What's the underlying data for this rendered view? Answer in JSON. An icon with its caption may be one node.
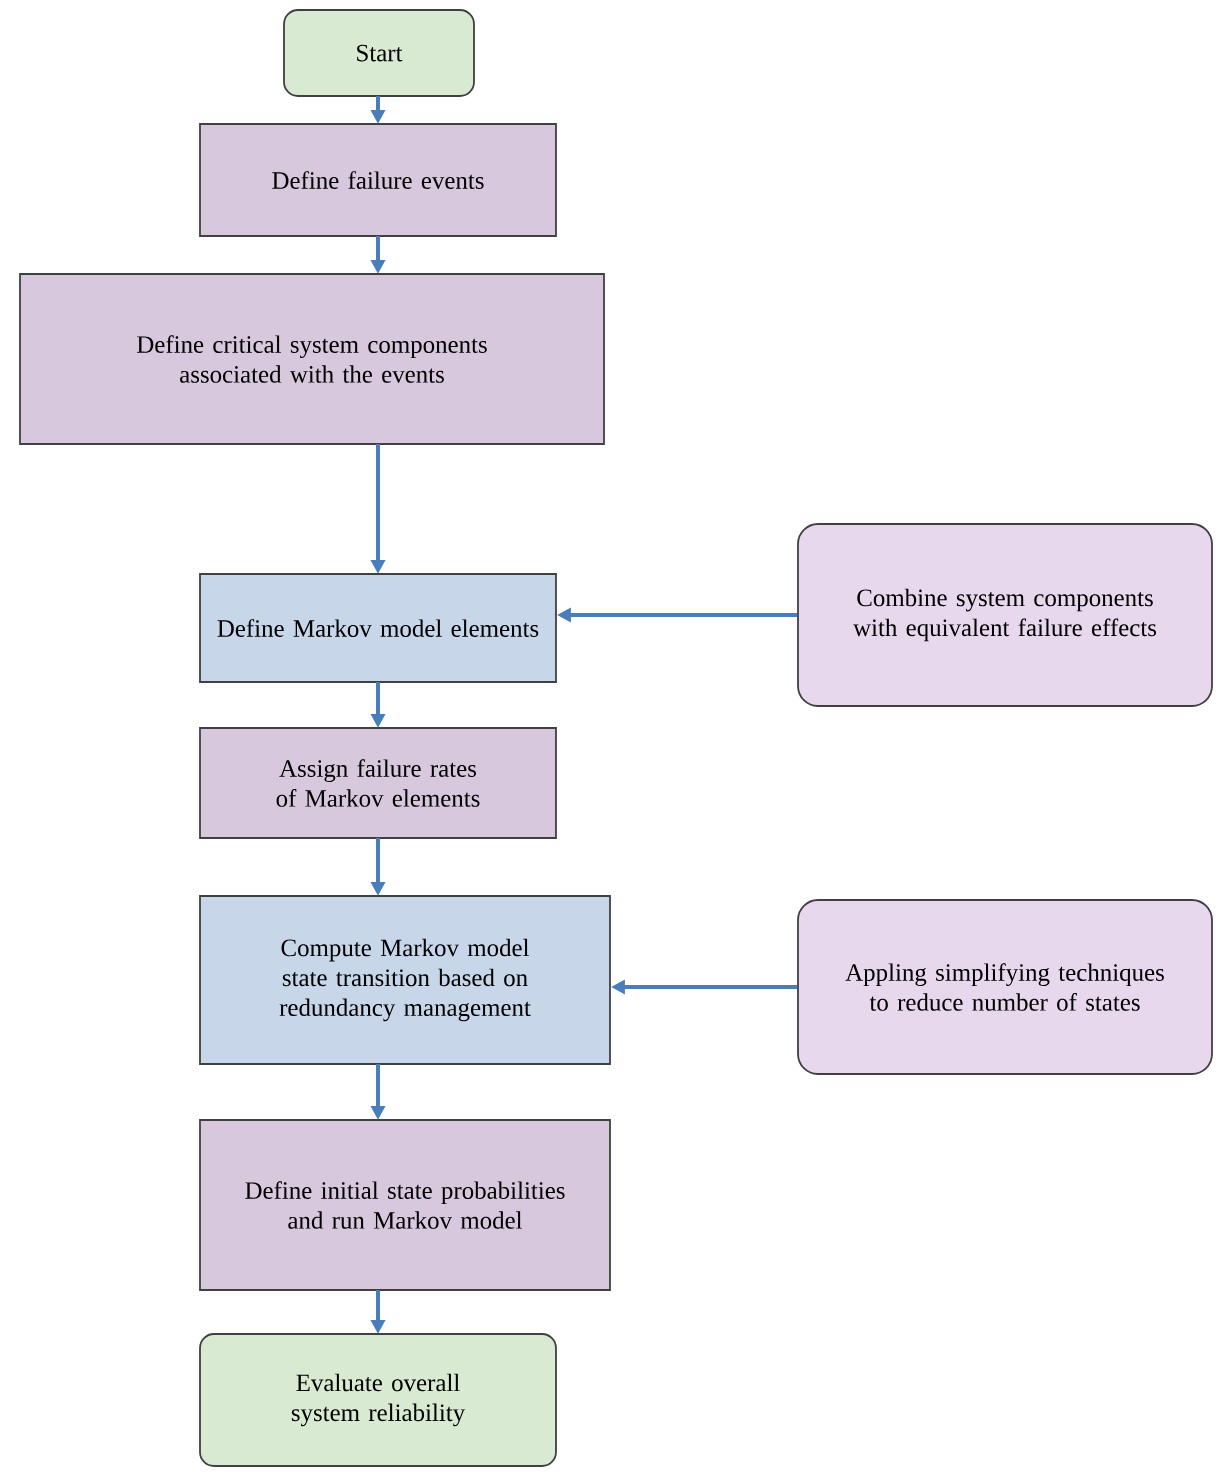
{
  "diagram": {
    "nodes": [
      {
        "text": [
          "Start"
        ]
      },
      {
        "text": [
          "Define failure events"
        ]
      },
      {
        "text": [
          "Define critical system components associated with the events"
        ]
      },
      {
        "text": [
          "Define Markov model elements"
        ]
      },
      {
        "text": [
          "Combine system components with equivalent failure effects"
        ]
      },
      {
        "text": [
          "Assign failure rates of Markov elements"
        ]
      },
      {
        "text": [
          "Compute Markov model state transition based on redundancy management"
        ]
      },
      {
        "text": [
          "Appling simplifying techniques to reduce number of states"
        ]
      },
      {
        "text": [
          "Define initial state probabilities and run Markov model"
        ]
      },
      {
        "text": [
          "Evaluate overall system reliability"
        ]
      }
    ],
    "edges": [
      {
        "from": 0,
        "to": 1,
        "arrow": "to"
      },
      {
        "from": 1,
        "to": 2,
        "arrow": "to"
      },
      {
        "from": 2,
        "to": 3,
        "arrow": "to"
      },
      {
        "from": 4,
        "to": 3,
        "arrow": "to"
      },
      {
        "from": 3,
        "to": 5,
        "arrow": "to"
      },
      {
        "from": 5,
        "to": 6,
        "arrow": "to"
      },
      {
        "from": 7,
        "to": 6,
        "arrow": "to"
      },
      {
        "from": 6,
        "to": 8,
        "arrow": "to"
      },
      {
        "from": 8,
        "to": 9,
        "arrow": "to"
      }
    ]
  }
}
